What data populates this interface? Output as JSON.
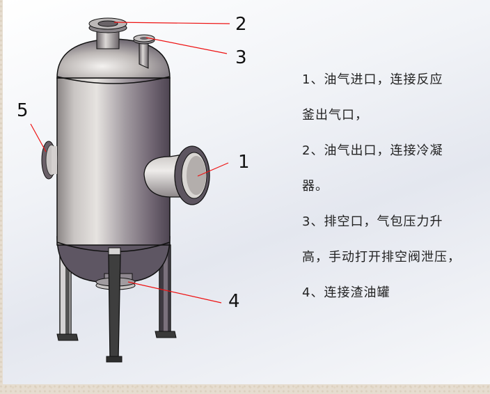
{
  "figure": {
    "title": "Oil-gas separator vessel (CAD render)",
    "callouts": [
      {
        "id": "1",
        "label": "1",
        "target": "side-inlet-nozzle"
      },
      {
        "id": "2",
        "label": "2",
        "target": "top-outlet-nozzle"
      },
      {
        "id": "3",
        "label": "3",
        "target": "vent-nozzle"
      },
      {
        "id": "4",
        "label": "4",
        "target": "bottom-drain-nozzle"
      },
      {
        "id": "5",
        "label": "5",
        "target": "left-side-nozzle"
      }
    ],
    "colors": {
      "leader_line": "#ee1111",
      "vessel_light": "#d8d4d2",
      "vessel_dark": "#5d5460",
      "leg": "#3c3c3c"
    }
  },
  "description": {
    "lines": [
      "1、油气进口，连接反应",
      "釜出气口，",
      "2、油气出口，连接冷凝",
      "器。",
      "3、排空口，气包压力升",
      "高，手动打开排空阀泄压，",
      "4、连接渣油罐"
    ]
  }
}
